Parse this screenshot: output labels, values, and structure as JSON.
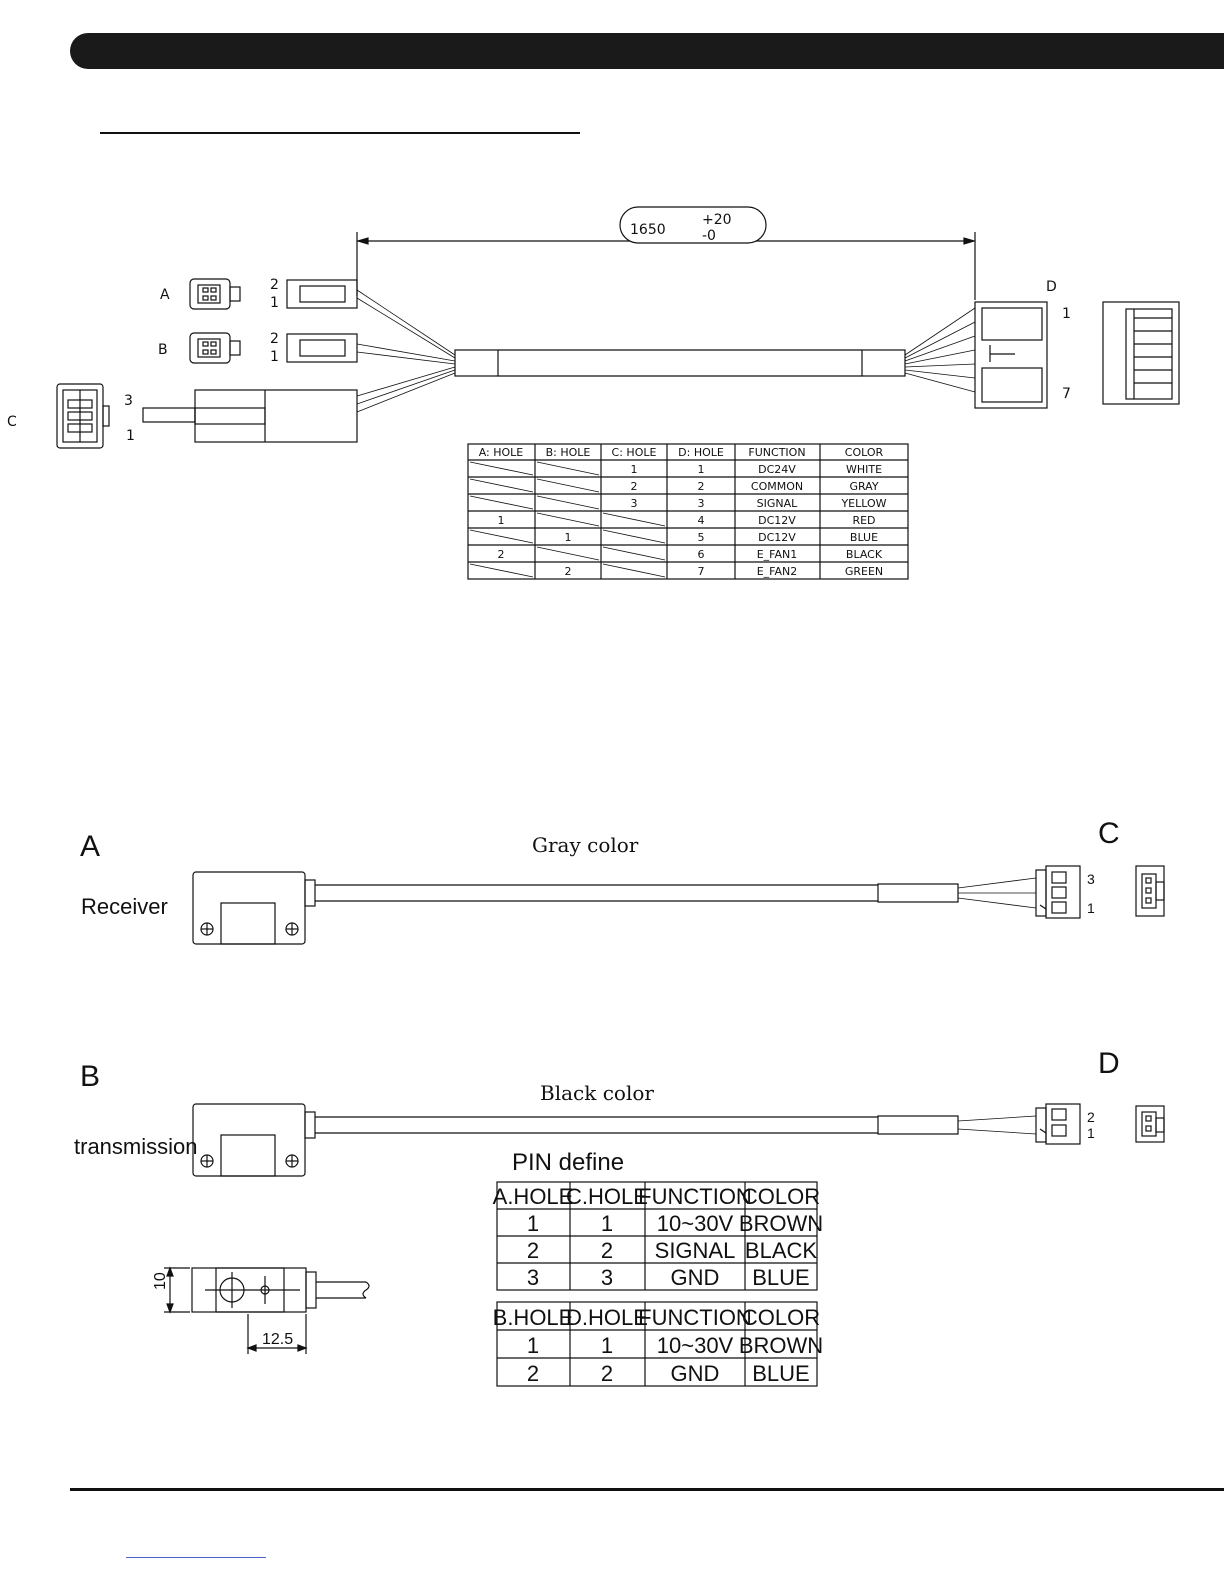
{
  "top_harness": {
    "dimension": {
      "nominal": "1650",
      "tol_plus": "+20",
      "tol_minus": "-0"
    },
    "connectors": {
      "a": {
        "label": "A",
        "pins": [
          "2",
          "1"
        ]
      },
      "b": {
        "label": "B",
        "pins": [
          "2",
          "1"
        ]
      },
      "c": {
        "label": "C",
        "pins": [
          "3",
          "1"
        ]
      },
      "d": {
        "label": "D",
        "pins": [
          "1",
          "7"
        ]
      }
    },
    "table": {
      "headers": [
        "A: HOLE",
        "B: HOLE",
        "C: HOLE",
        "D: HOLE",
        "FUNCTION",
        "COLOR"
      ],
      "rows": [
        [
          "",
          "",
          "1",
          "1",
          "DC24V",
          "WHITE"
        ],
        [
          "",
          "",
          "2",
          "2",
          "COMMON",
          "GRAY"
        ],
        [
          "",
          "",
          "3",
          "3",
          "SIGNAL",
          "YELLOW"
        ],
        [
          "1",
          "",
          "",
          "4",
          "DC12V",
          "RED"
        ],
        [
          "",
          "1",
          "",
          "5",
          "DC12V",
          "BLUE"
        ],
        [
          "2",
          "",
          "",
          "6",
          "E_FAN1",
          "BLACK"
        ],
        [
          "",
          "2",
          "",
          "7",
          "E_FAN2",
          "GREEN"
        ]
      ]
    }
  },
  "sensor_a": {
    "letter": "A",
    "name": "Receiver",
    "cable_color": "Gray color",
    "connector": "C",
    "pins": [
      "3",
      "1"
    ]
  },
  "sensor_b": {
    "letter": "B",
    "name": "transmission",
    "cable_color": "Black color",
    "connector": "D",
    "pins": [
      "2",
      "1"
    ]
  },
  "dimensions": {
    "height": "10",
    "width": "12.5"
  },
  "pin_define": {
    "title": "PIN define",
    "table1": {
      "headers": [
        "A.HOLE",
        "C.HOLE",
        "FUNCTION",
        "COLOR"
      ],
      "rows": [
        [
          "1",
          "1",
          "10~30V",
          "BROWN"
        ],
        [
          "2",
          "2",
          "SIGNAL",
          "BLACK"
        ],
        [
          "3",
          "3",
          "GND",
          "BLUE"
        ]
      ]
    },
    "table2": {
      "headers": [
        "B.HOLE",
        "D.HOLE",
        "FUNCTION",
        "COLOR"
      ],
      "rows": [
        [
          "1",
          "1",
          "10~30V",
          "BROWN"
        ],
        [
          "2",
          "2",
          "GND",
          "BLUE"
        ]
      ]
    }
  }
}
